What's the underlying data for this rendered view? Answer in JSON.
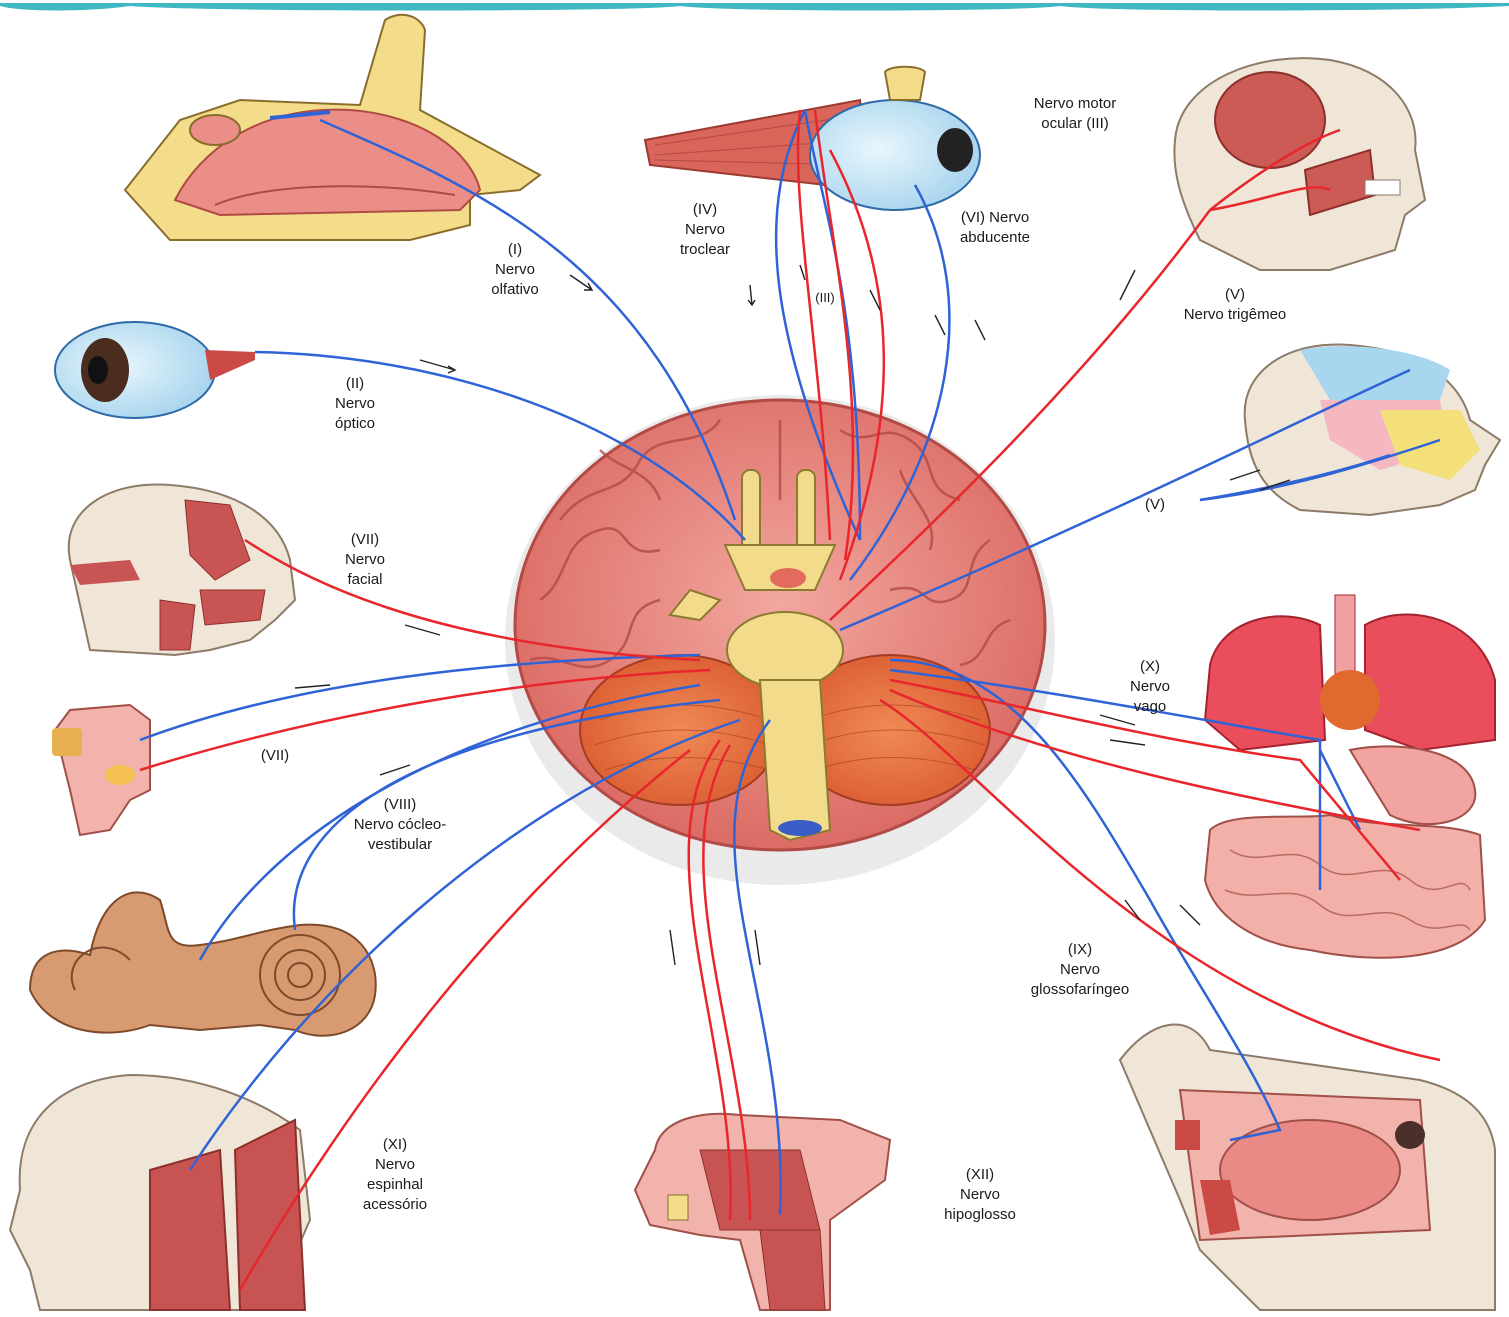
{
  "diagram": {
    "colors": {
      "motor": "#e8262b",
      "sensory": "#2f63d6",
      "tissue": "#e88b86",
      "bone": "#f0d98a",
      "eye": "#bfe0f3",
      "top_strip": "#3fb8c2"
    },
    "labels": {
      "olfactory": [
        "(I)",
        "Nervo",
        "olfativo"
      ],
      "optic": [
        "(II)",
        "Nervo",
        "óptico"
      ],
      "trochlear": [
        "(IV)",
        "Nervo",
        "troclear"
      ],
      "oculomotor_small": "(III)",
      "abducens": [
        "(VI) Nervo",
        "abducente"
      ],
      "oculomotor": [
        "Nervo motor",
        "ocular (III)"
      ],
      "trigeminal": [
        "(V)",
        "Nervo trigêmeo"
      ],
      "trigeminal_short": "(V)",
      "facial": [
        "(VII)",
        "Nervo",
        "facial"
      ],
      "facial_short": "(VII)",
      "vestibulocochlear": [
        "(VIII)",
        "Nervo cócleo-",
        "vestibular"
      ],
      "vagus": [
        "(X)",
        "Nervo",
        "vago"
      ],
      "glossopharyngeal": [
        "(IX)",
        "Nervo",
        "glossofaríngeo"
      ],
      "accessory": [
        "(XI)",
        "Nervo",
        "espinhal",
        "acessório"
      ],
      "hypoglossal": [
        "(XII)",
        "Nervo",
        "hipoglosso"
      ]
    },
    "illustrations": [
      "nasal-cavity-illustration",
      "eye-with-muscles-illustration",
      "head-muscles-illustration",
      "eye-illustration",
      "face-sensory-illustration",
      "facial-muscles-illustration",
      "tongue-section-illustration",
      "thoracic-abdominal-organs-illustration",
      "inner-ear-illustration",
      "neck-muscles-illustration",
      "tongue-muscles-illustration",
      "oral-cavity-illustration",
      "brain-base-illustration"
    ]
  }
}
